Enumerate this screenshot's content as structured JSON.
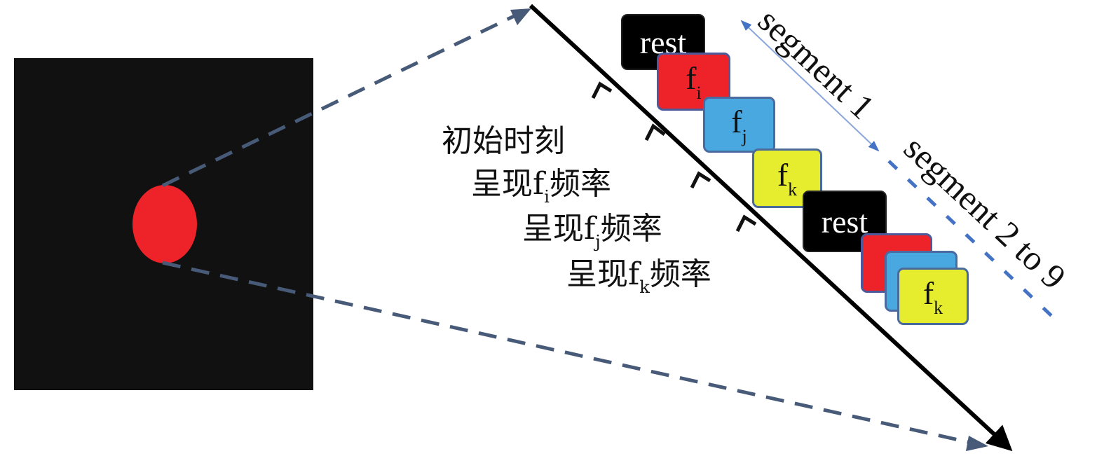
{
  "boxes": {
    "rest_1": "rest",
    "fi": {
      "base": "f",
      "sub": "i"
    },
    "fj": {
      "base": "f",
      "sub": "j"
    },
    "fk": {
      "base": "f",
      "sub": "k"
    },
    "rest_2": "rest",
    "fk_last": {
      "base": "f",
      "sub": "k"
    }
  },
  "labels": {
    "initial": "初始时刻",
    "present_fi": {
      "pre": "呈现",
      "base": "f",
      "sub": "i",
      "post": "频率"
    },
    "present_fj": {
      "pre": "呈现",
      "base": "f",
      "sub": "j",
      "post": "频率"
    },
    "present_fk": {
      "pre": "呈现",
      "base": "f",
      "sub": "k",
      "post": "频率"
    }
  },
  "segments": {
    "first": "segment 1",
    "rest": "segment 2 to 9"
  },
  "colors": {
    "stimulus": "#ee2229",
    "screen": "#111111",
    "dashed": "#475a78",
    "segment_line": "#4472c4"
  }
}
